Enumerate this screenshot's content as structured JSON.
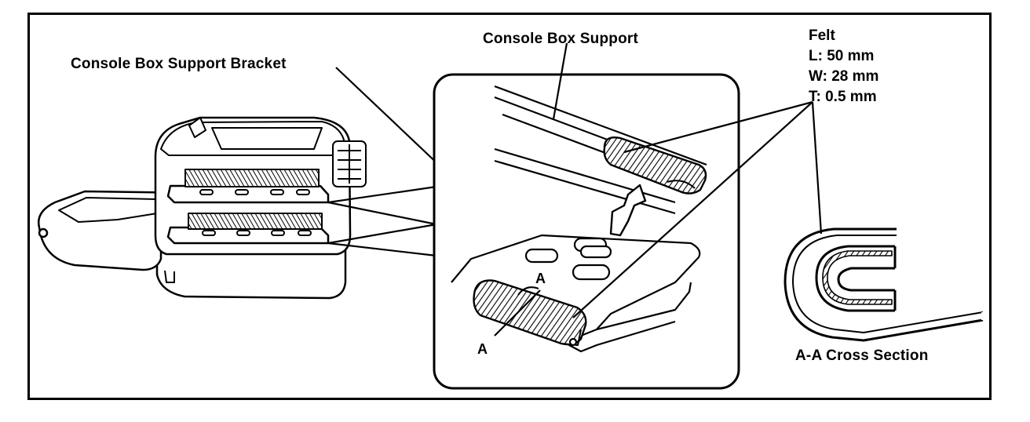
{
  "labels": {
    "support_bracket": "Console Box Support Bracket",
    "support": "Console Box Support",
    "felt_title": "Felt",
    "felt_l": "L:  50 mm",
    "felt_w": "W: 28 mm",
    "felt_t": "T:  0.5 mm",
    "section_a_upper": "A",
    "section_a_lower": "A",
    "cross_section": "A-A Cross Section"
  }
}
